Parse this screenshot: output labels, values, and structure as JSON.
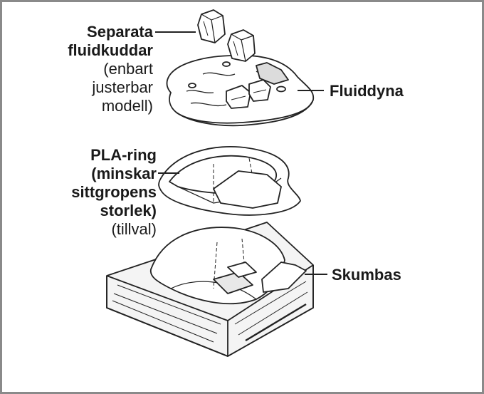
{
  "labels": {
    "separata_bold": [
      "Separata",
      "fluidkuddar"
    ],
    "separata_normal": [
      "(enbart",
      "justerbar",
      "modell)"
    ],
    "fluiddyna": "Fluiddyna",
    "pla_bold": [
      "PLA-ring",
      "(minskar",
      "sittgropens",
      "storlek)"
    ],
    "pla_normal": "(tillval)",
    "skumbas": "Skumbas"
  }
}
